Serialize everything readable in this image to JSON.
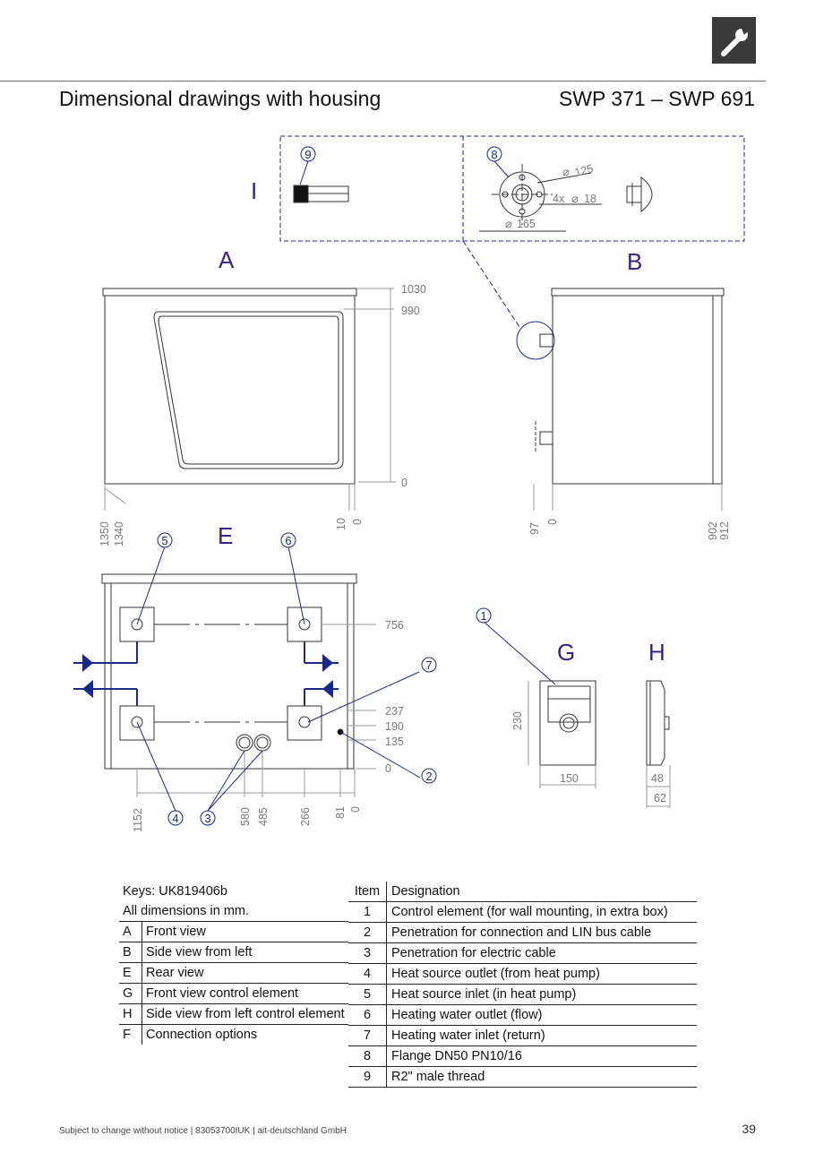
{
  "header": {
    "title": "Dimensional drawings with housing",
    "model": "SWP 371 – SWP 691",
    "icon": "wrench-icon"
  },
  "drawing": {
    "view_labels": {
      "I": "I",
      "A": "A",
      "B": "B",
      "E": "E",
      "G": "G",
      "H": "H"
    },
    "callouts": [
      "1",
      "2",
      "3",
      "4",
      "5",
      "6",
      "7",
      "8",
      "9"
    ],
    "detail_dims": {
      "d125": "125",
      "d18": "18",
      "holes": "4x",
      "d165": "165"
    },
    "front_dims": {
      "h1030": "1030",
      "h990": "990",
      "h0": "0",
      "w1350": "1350",
      "w1340": "1340",
      "w10": "10",
      "w0": "0"
    },
    "side_dims": {
      "d97": "97",
      "d0": "0",
      "d902": "902",
      "d912": "912"
    },
    "rear_dims": {
      "h756": "756",
      "h237": "237",
      "h190": "190",
      "h135": "135",
      "h0": "0",
      "w1152": "1152",
      "w580": "580",
      "w485": "485",
      "w266": "266",
      "w81": "81",
      "w0": "0"
    },
    "control_dims": {
      "h230": "230",
      "w150": "150",
      "d48": "48",
      "d62": "62"
    }
  },
  "keys": {
    "title": "Keys: UK819406b",
    "note": "All dimensions in mm.",
    "rows": [
      {
        "key": "A",
        "label": "Front view"
      },
      {
        "key": "B",
        "label": "Side view from left"
      },
      {
        "key": "E",
        "label": "Rear view"
      },
      {
        "key": "G",
        "label": "Front view control element"
      },
      {
        "key": "H",
        "label": "Side view from left control element"
      },
      {
        "key": "F",
        "label": "Connection options"
      }
    ]
  },
  "items": {
    "header_item": "Item",
    "header_designation": "Designation",
    "rows": [
      {
        "num": "1",
        "text": "Control element (for wall mounting, in extra box)"
      },
      {
        "num": "2",
        "text": "Penetration for connection and LIN bus cable"
      },
      {
        "num": "3",
        "text": "Penetration for electric cable"
      },
      {
        "num": "4",
        "text": "Heat source outlet (from heat pump)"
      },
      {
        "num": "5",
        "text": "Heat source inlet (in heat pump)"
      },
      {
        "num": "6",
        "text": "Heating water outlet (flow)"
      },
      {
        "num": "7",
        "text": "Heating water inlet (return)"
      },
      {
        "num": "8",
        "text": "Flange DN50 PN10/16"
      },
      {
        "num": "9",
        "text": "R2\" male thread"
      }
    ]
  },
  "footer": {
    "text": "Subject to change without notice  |  83053700IUK  |  ait-deutschland GmbH",
    "page": "39"
  }
}
